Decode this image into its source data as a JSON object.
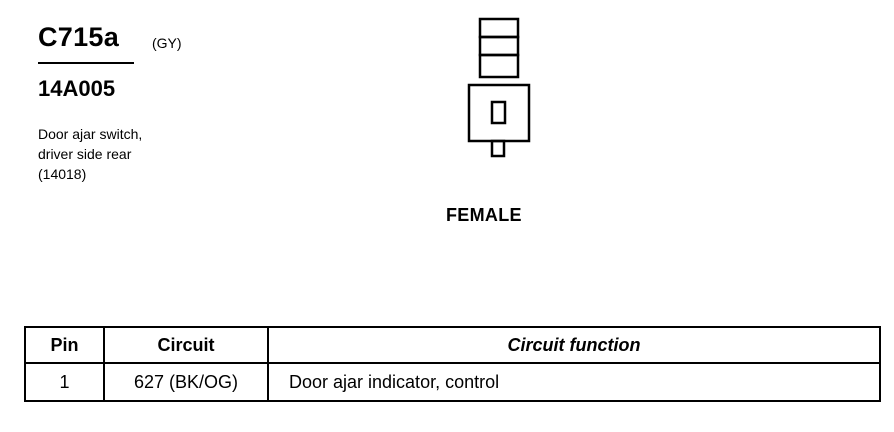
{
  "connector": {
    "id": "C715a",
    "color": "(GY)",
    "part_number": "14A005",
    "description": [
      "Door ajar switch,",
      "driver side rear",
      "(14018)"
    ],
    "gender": "FEMALE"
  },
  "pin_table": {
    "headers": {
      "pin": "Pin",
      "circuit": "Circuit",
      "function": "Circuit function"
    },
    "rows": [
      {
        "pin": "1",
        "circuit": "627 (BK/OG)",
        "function": "Door ajar indicator, control"
      }
    ]
  }
}
